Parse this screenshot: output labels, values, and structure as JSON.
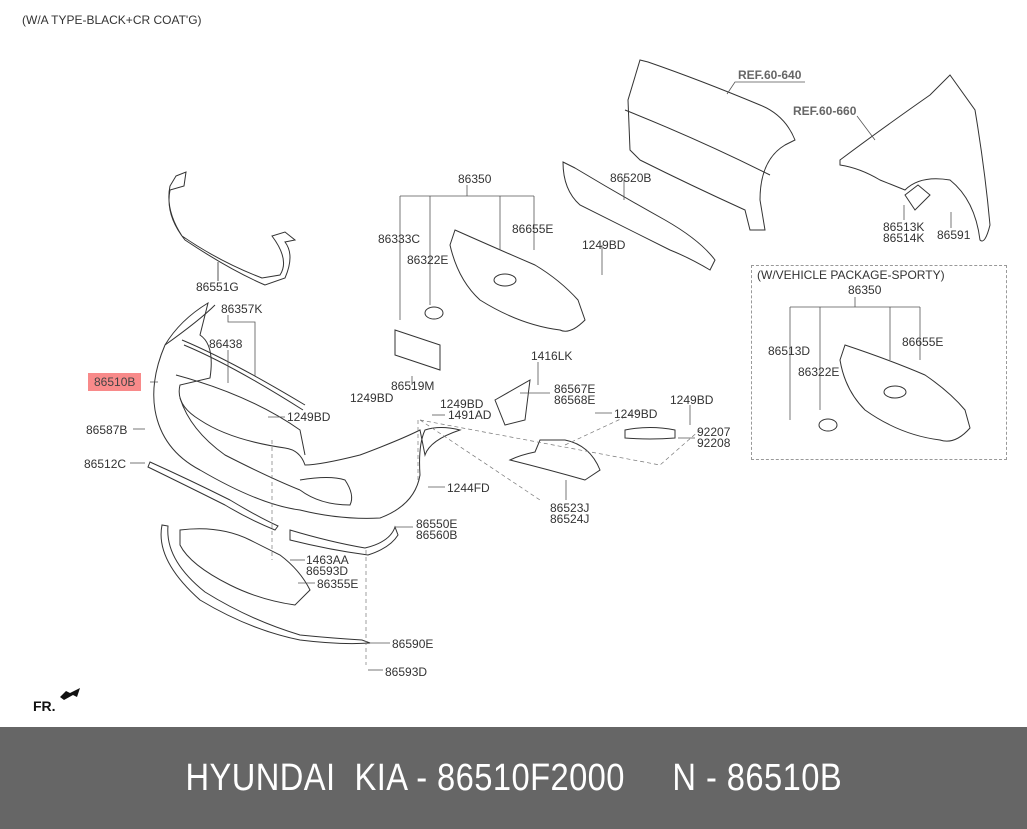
{
  "diagram": {
    "title": "(W/A TYPE-BLACK+CR COAT'G)",
    "references": [
      {
        "id": "ref-60-640",
        "text": "REF.60-640"
      },
      {
        "id": "ref-60-660",
        "text": "REF.60-660"
      }
    ],
    "highlight_color": "#f88a8a",
    "highlighted_part": "86510B",
    "labels": {
      "p86551G": "86551G",
      "p86357K": "86357K",
      "p86438": "86438",
      "p86510B": "86510B",
      "p86587B": "86587B",
      "p86512C": "86512C",
      "p1249BD_a": "1249BD",
      "p86350": "86350",
      "p86333C": "86333C",
      "p86322E": "86322E",
      "p86655E": "86655E",
      "p86520B": "86520B",
      "p1249BD_b": "1249BD",
      "p86519M": "86519M",
      "p1249BD_c": "1249BD",
      "p1416LK": "1416LK",
      "p1249BD_d": "1249BD",
      "p86567E": "86567E",
      "p86568E": "86568E",
      "p1491AD": "1491AD",
      "p1249BD_e": "1249BD",
      "p1249BD_f": "1249BD",
      "p92207": "92207",
      "p92208": "92208",
      "p1244FD": "1244FD",
      "p86523J": "86523J",
      "p86524J": "86524J",
      "p86550E": "86550E",
      "p86560B": "86560B",
      "p1463AA": "1463AA",
      "p86593D_a": "86593D",
      "p86355E": "86355E",
      "p86590E": "86590E",
      "p86593D_b": "86593D",
      "p86513K": "86513K",
      "p86514K": "86514K",
      "p86591": "86591"
    },
    "sporty": {
      "title": "(W/VEHICLE PACKAGE-SPORTY)",
      "p86350": "86350",
      "p86513D": "86513D",
      "p86322E": "86322E",
      "p86655E": "86655E"
    },
    "direction": "FR."
  },
  "banner": {
    "text": "HYUNDAI  KIA - 86510F2000     N - 86510B",
    "background": "#666666"
  }
}
